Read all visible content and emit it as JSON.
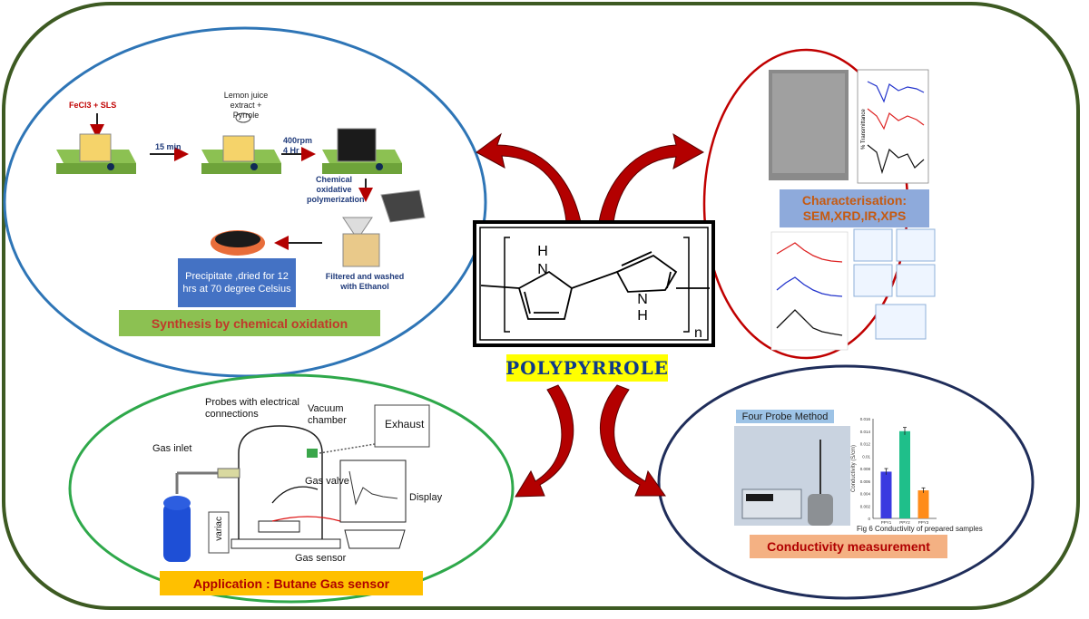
{
  "central": {
    "title": "POLYPYRROLE",
    "subscript": "n",
    "nh_label": "H",
    "n_label": "N"
  },
  "synthesis": {
    "title": "Synthesis by chemical oxidation",
    "reagent_1": "FeCl3 + SLS",
    "reagent_2": "Lemon juice\nextract +\nPyrrole",
    "step_1": "15 min",
    "step_2": "400rpm\n4 Hr",
    "step_3": "Chemical\noxidative\npolymerization",
    "step_4": "Filtered and washed\nwith Ethanol",
    "precipitate": "Precipitate ,dried for 12 hrs at 70 degree Celsius"
  },
  "characterisation": {
    "title_line1": "Characterisation:",
    "title_line2": "SEM,XRD,IR,XPS",
    "ir_ylabel": "% Transmittance"
  },
  "application": {
    "title": "Application : Butane Gas sensor",
    "probes": "Probes with electrical\nconnections",
    "vacuum": "Vacuum\nchamber",
    "exhaust": "Exhaust",
    "gas_inlet": "Gas inlet",
    "gas_valve": "Gas valve",
    "display": "Display",
    "variac": "variac",
    "gas_sensor": "Gas sensor"
  },
  "conductivity": {
    "title": "Conductivity measurement",
    "method": "Four Probe Method",
    "fig_caption": "Fig 6  Conductivity of prepared samples",
    "ylabel": "Conductivity (S/cm)"
  },
  "chart_data": {
    "type": "bar",
    "categories": [
      "PPY1",
      "PPY2",
      "PPY3"
    ],
    "values": [
      0.0075,
      0.014,
      0.0045
    ],
    "errors": [
      0.0005,
      0.0006,
      0.0004
    ],
    "colors": [
      "#3a3ae0",
      "#1fbf8a",
      "#ff8c1a"
    ],
    "ylim": [
      0,
      0.016
    ],
    "yticks": [
      "0",
      "0.002",
      "0.004",
      "0.006",
      "0.008",
      "0.01",
      "0.012",
      "0.014",
      "0.016"
    ],
    "ylabel": "Conductivity (S/cm)",
    "title": ""
  },
  "colors": {
    "frame": "#3d5a22",
    "synthesis_ring": "#2e75b6",
    "char_ring": "#c00000",
    "app_ring": "#2ea84a",
    "cond_ring": "#1f2d5a",
    "arrow": "#b30000"
  }
}
